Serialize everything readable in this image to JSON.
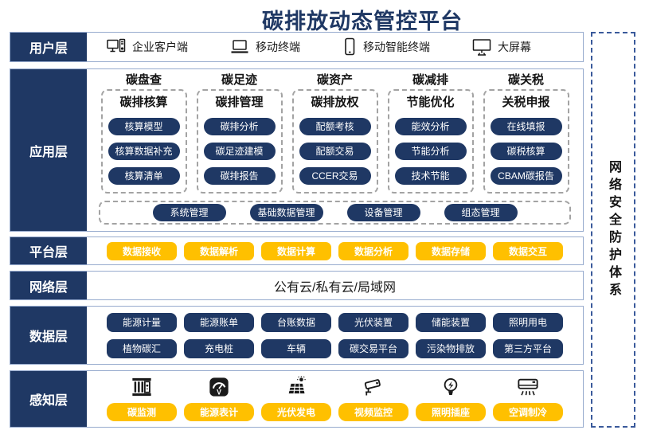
{
  "title": "碳排放动态管控平台",
  "colors": {
    "navy": "#1F3864",
    "yellow": "#FFC000",
    "band_border": "#97ABCE",
    "dashed_gray": "#A3A3A3",
    "security_dash": "#3A5A9B"
  },
  "security_box": {
    "label": "网络安全防护体系"
  },
  "layers": {
    "user": {
      "label": "用户层",
      "items": [
        {
          "icon": "desktop-icon",
          "label": "企业客户端"
        },
        {
          "icon": "laptop-icon",
          "label": "移动终端"
        },
        {
          "icon": "smartphone-icon",
          "label": "移动智能终端"
        },
        {
          "icon": "monitor-icon",
          "label": "大屏幕"
        }
      ]
    },
    "app": {
      "label": "应用层",
      "columns": [
        {
          "header": "碳盘查",
          "title": "碳排核算",
          "items": [
            "核算模型",
            "核算数据补充",
            "核算清单"
          ]
        },
        {
          "header": "碳足迹",
          "title": "碳排管理",
          "items": [
            "碳排分析",
            "碳足迹建模",
            "碳排报告"
          ]
        },
        {
          "header": "碳资产",
          "title": "碳排放权",
          "items": [
            "配额考核",
            "配额交易",
            "CCER交易"
          ]
        },
        {
          "header": "碳减排",
          "title": "节能优化",
          "items": [
            "能效分析",
            "节能分析",
            "技术节能"
          ]
        },
        {
          "header": "碳关税",
          "title": "关税申报",
          "items": [
            "在线填报",
            "碳税核算",
            "CBAM碳报告"
          ]
        }
      ],
      "common_items": [
        "系统管理",
        "基础数据管理",
        "设备管理",
        "组态管理"
      ]
    },
    "platform": {
      "label": "平台层",
      "items": [
        "数据接收",
        "数据解析",
        "数据计算",
        "数据分析",
        "数据存储",
        "数据交互"
      ]
    },
    "network": {
      "label": "网络层",
      "text": "公有云/私有云/局域网"
    },
    "data": {
      "label": "数据层",
      "rows": [
        [
          "能源计量",
          "能源账单",
          "台账数据",
          "光伏装置",
          "储能装置",
          "照明用电"
        ],
        [
          "植物碳汇",
          "充电桩",
          "车辆",
          "碳交易平台",
          "污染物排放",
          "第三方平台"
        ]
      ]
    },
    "perception": {
      "label": "感知层",
      "items": [
        {
          "icon": "carbon-monitor-icon",
          "label": "碳监测"
        },
        {
          "icon": "energy-meter-icon",
          "label": "能源表计"
        },
        {
          "icon": "solar-panel-icon",
          "label": "光伏发电"
        },
        {
          "icon": "cctv-icon",
          "label": "视频监控"
        },
        {
          "icon": "lightbulb-icon",
          "label": "照明插座"
        },
        {
          "icon": "air-conditioner-icon",
          "label": "空调制冷"
        }
      ]
    }
  }
}
